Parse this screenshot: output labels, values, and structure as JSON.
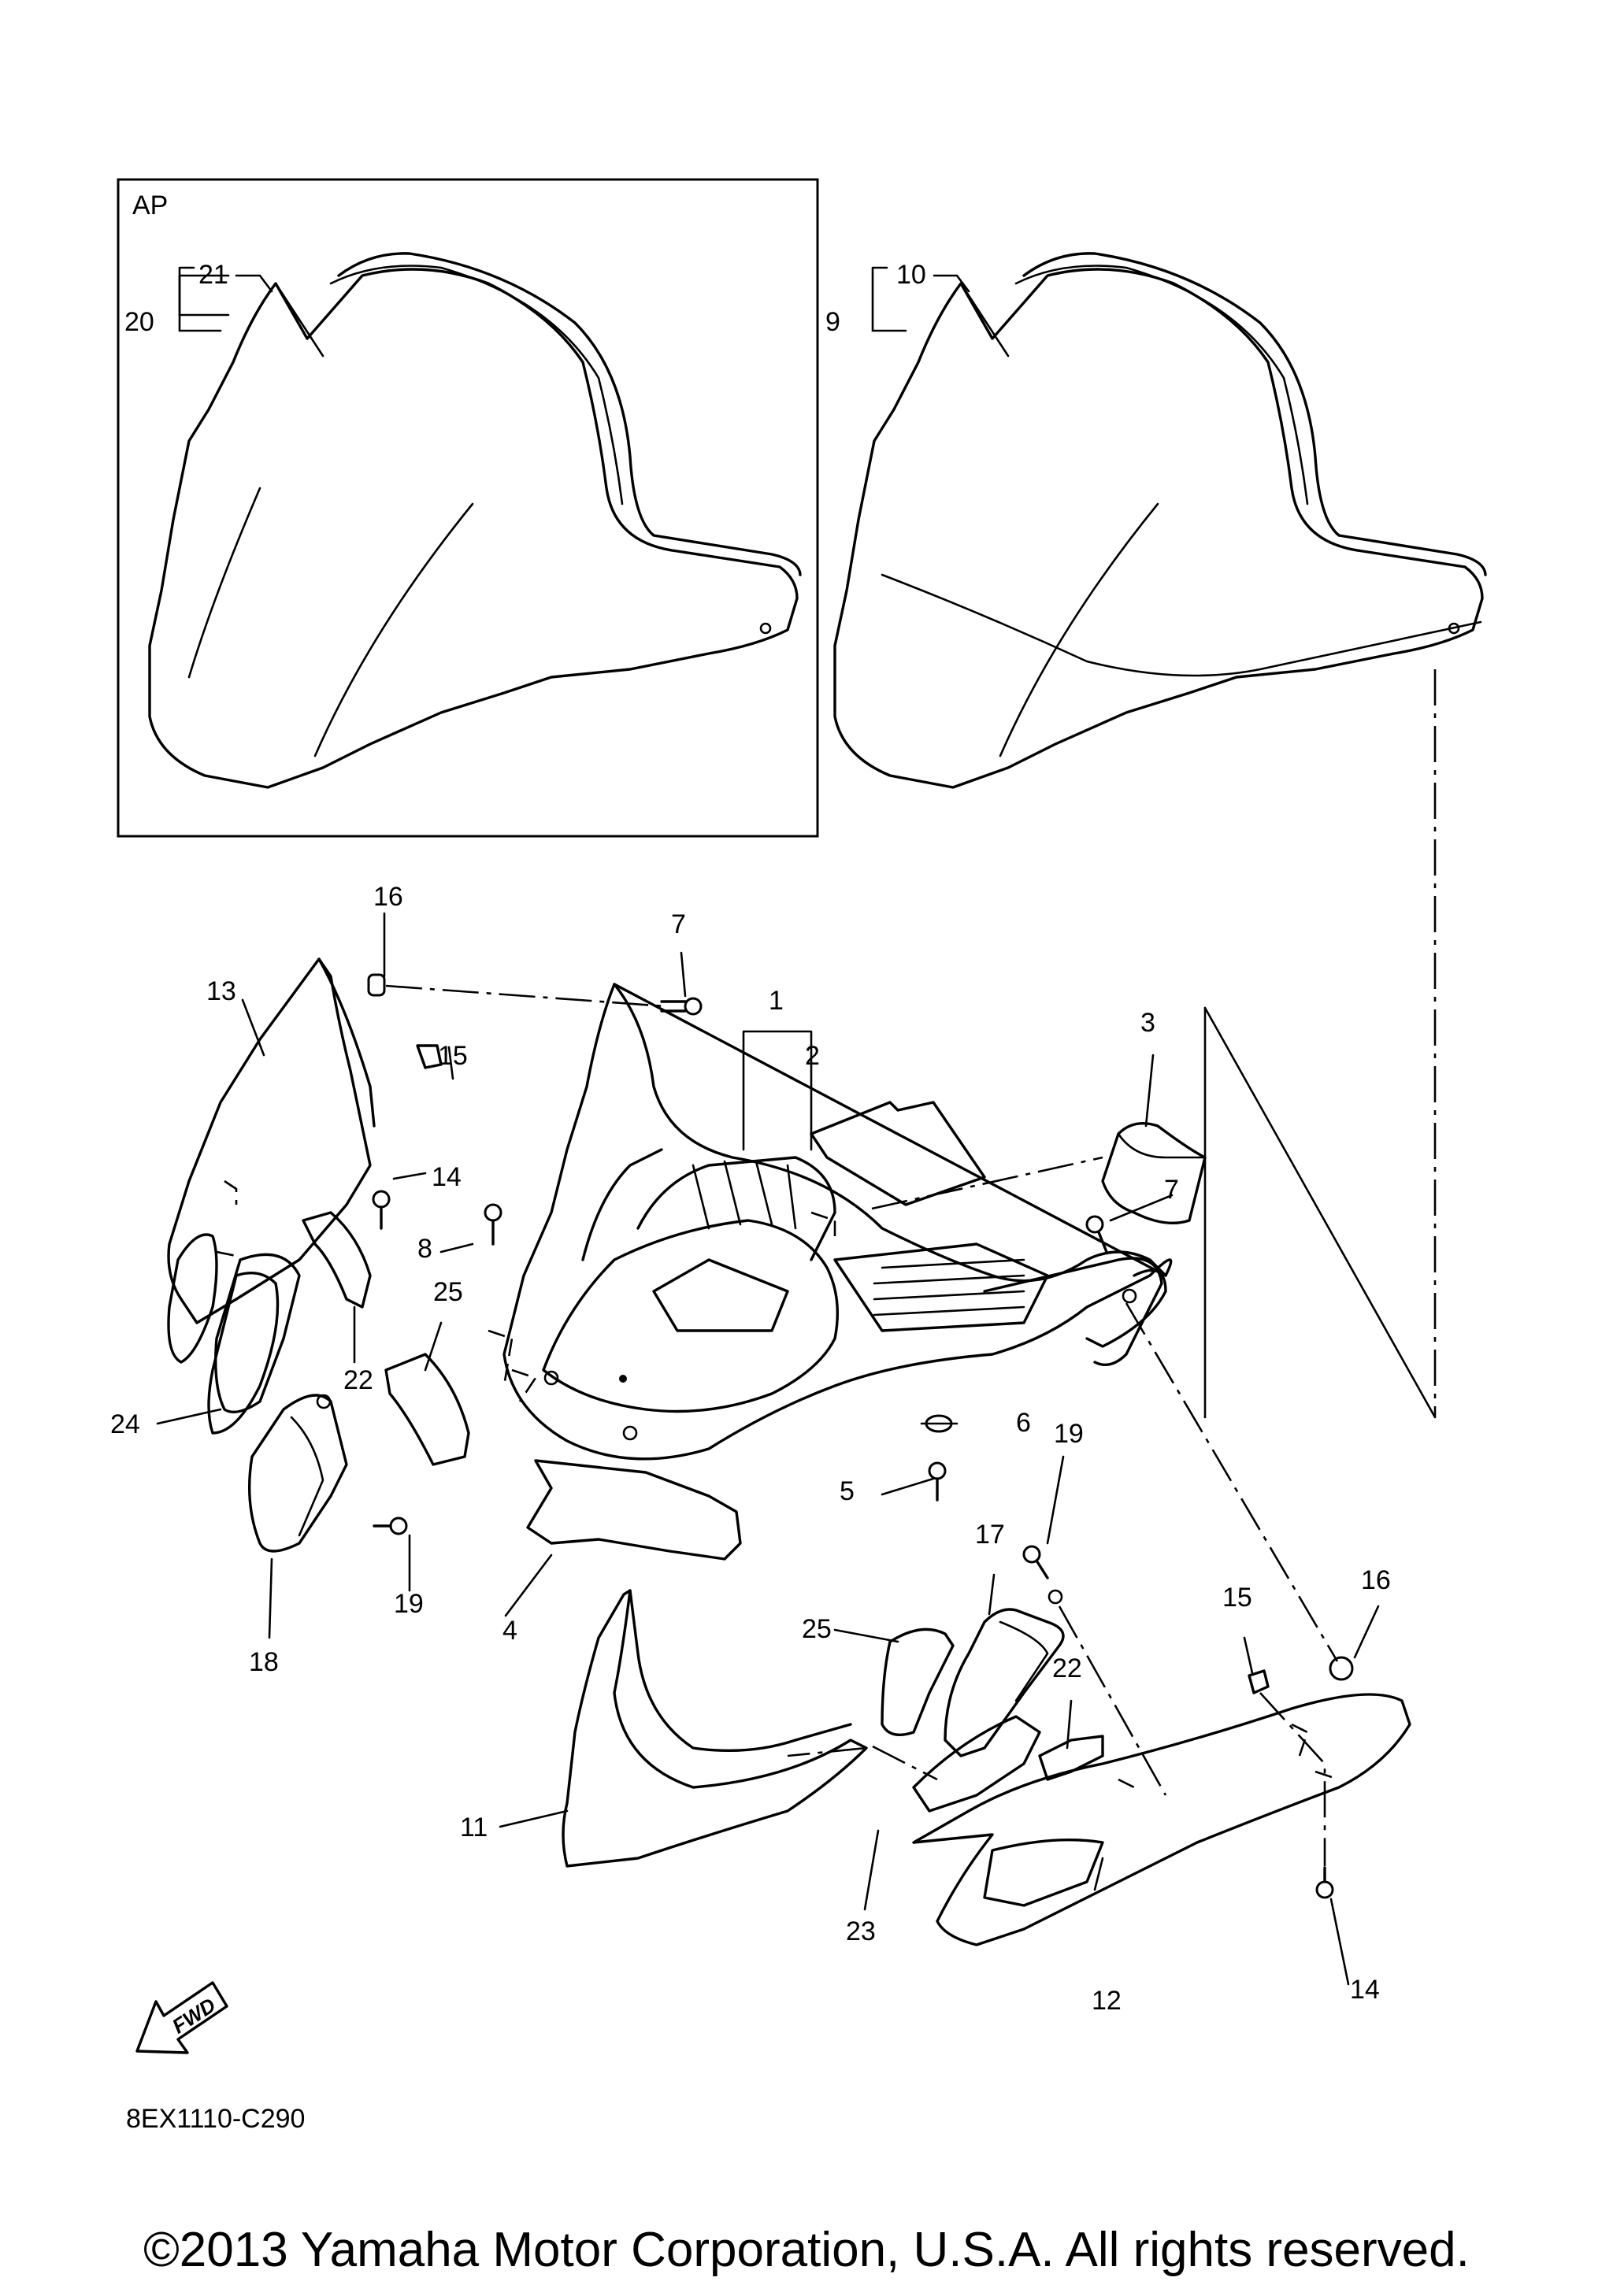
{
  "inset_label": "AP",
  "diagram_code": "8EX1110-C290",
  "fwd_label": "FWD",
  "copyright": "©2013 Yamaha Motor Corporation, U.S.A. All rights reserved.",
  "callouts": [
    {
      "id": "c20",
      "text": "20"
    },
    {
      "id": "c21",
      "text": "21"
    },
    {
      "id": "c9",
      "text": "9"
    },
    {
      "id": "c10",
      "text": "10"
    },
    {
      "id": "c16a",
      "text": "16"
    },
    {
      "id": "c7a",
      "text": "7"
    },
    {
      "id": "c13",
      "text": "13"
    },
    {
      "id": "c15a",
      "text": "15"
    },
    {
      "id": "c14a",
      "text": "14"
    },
    {
      "id": "c1",
      "text": "1"
    },
    {
      "id": "c2",
      "text": "2"
    },
    {
      "id": "c3",
      "text": "3"
    },
    {
      "id": "c7b",
      "text": "7"
    },
    {
      "id": "c8",
      "text": "8"
    },
    {
      "id": "c25a",
      "text": "25"
    },
    {
      "id": "c22a",
      "text": "22"
    },
    {
      "id": "c24",
      "text": "24"
    },
    {
      "id": "c6",
      "text": "6"
    },
    {
      "id": "c5",
      "text": "5"
    },
    {
      "id": "c19a",
      "text": "19"
    },
    {
      "id": "c19b",
      "text": "19"
    },
    {
      "id": "c18",
      "text": "18"
    },
    {
      "id": "c4",
      "text": "4"
    },
    {
      "id": "c17",
      "text": "17"
    },
    {
      "id": "c25b",
      "text": "25"
    },
    {
      "id": "c15b",
      "text": "15"
    },
    {
      "id": "c16b",
      "text": "16"
    },
    {
      "id": "c22b",
      "text": "22"
    },
    {
      "id": "c11",
      "text": "11"
    },
    {
      "id": "c23",
      "text": "23"
    },
    {
      "id": "c12",
      "text": "12"
    },
    {
      "id": "c14b",
      "text": "14"
    }
  ]
}
